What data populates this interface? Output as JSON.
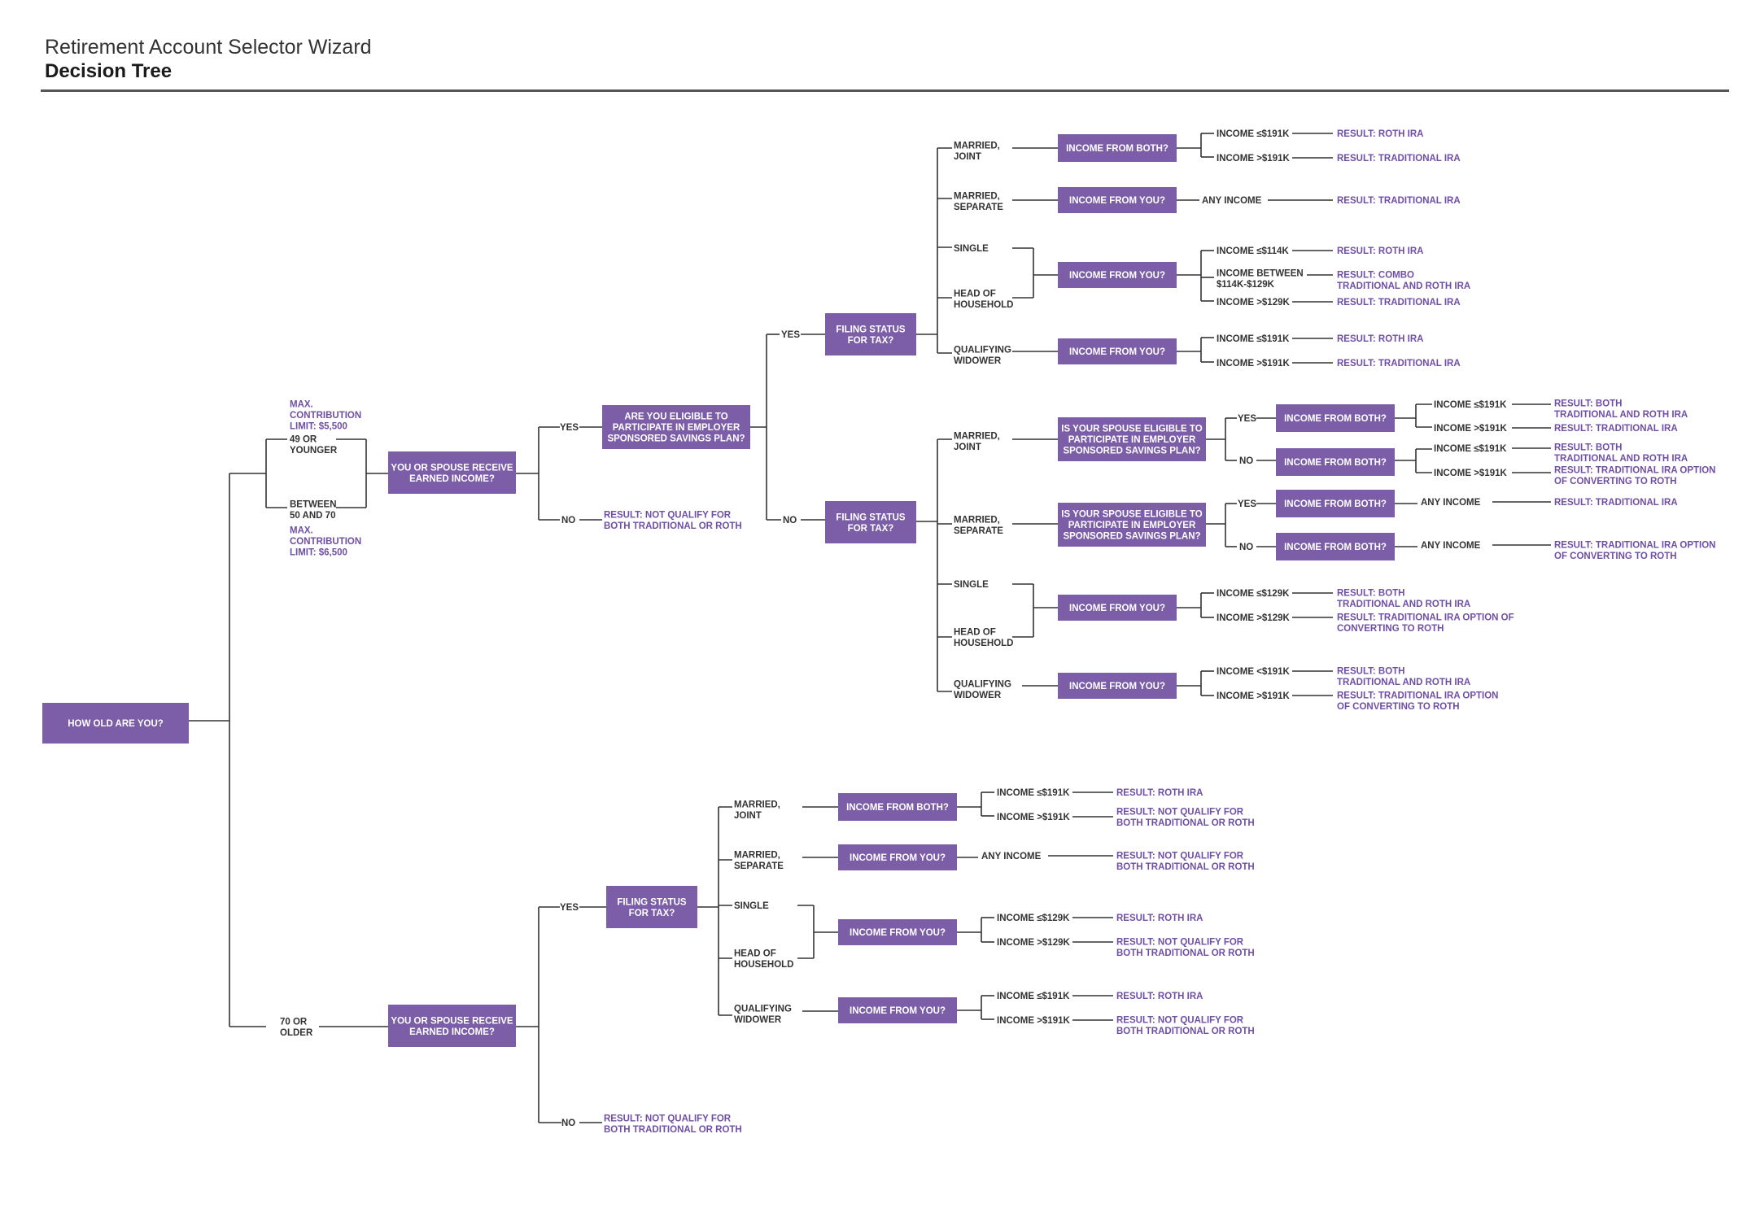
{
  "header": {
    "subtitle": "Retirement Account Selector Wizard",
    "title": "Decision Tree"
  },
  "colors": {
    "box": "#7b5ea7",
    "result": "#6f4fa6",
    "label": "#333333",
    "line": "#333333"
  },
  "nodes": {
    "root": "HOW OLD ARE YOU?",
    "age_under50": "49 OR\nYOUNGER",
    "age_50to70": "BETWEEN\n50 AND 70",
    "age_70plus": "70 OR\nOLDER",
    "max_limit_5500": "MAX.\nCONTRIBUTION\nLIMIT: $5,500",
    "max_limit_6500": "MAX.\nCONTRIBUTION\nLIMIT: $6,500",
    "earned_income": "YOU OR SPOUSE RECEIVE\nEARNED INCOME?",
    "earned_income_70": "YOU OR SPOUSE RECEIVE\nEARNED INCOME?",
    "eligible_plan": "ARE YOU ELIGIBLE TO\nPARTICIPATE IN EMPLOYER\nSPONSORED SAVINGS PLAN?",
    "filing_status": "FILING STATUS\nFOR TAX?",
    "spouse_eligible": "IS YOUR SPOUSE ELIGIBLE TO\nPARTICIPATE IN EMPLOYER\nSPONSORED SAVINGS PLAN?",
    "income_both": "INCOME FROM BOTH?",
    "income_you": "INCOME FROM YOU?",
    "yes": "YES",
    "no": "NO",
    "yes_tight": "YES",
    "married_joint": "MARRIED,\nJOINT",
    "married_separate": "MARRIED,\nSEPARATE",
    "single": "SINGLE",
    "head_household": "HEAD OF\nHOUSEHOLD",
    "qualifying_widower": "QUALIFYING\nWIDOWER",
    "any_income": "ANY INCOME",
    "inc_le_191": "INCOME ≤$191K",
    "inc_gt_191": "INCOME >$191K",
    "inc_lt_191": "INCOME <$191K",
    "inc_le_114": "INCOME ≤$114K",
    "inc_between_114_129": "INCOME BETWEEN\n$114K-$129K",
    "inc_gt_129": "INCOME >$129K",
    "inc_le_129": "INCOME ≤$129K",
    "r_roth": "RESULT: ROTH IRA",
    "r_trad": "RESULT: TRADITIONAL IRA",
    "r_combo": "RESULT: COMBO\nTRADITIONAL AND ROTH IRA",
    "r_both": "RESULT: BOTH\nTRADITIONAL AND ROTH IRA",
    "r_trad_option": "RESULT: TRADITIONAL IRA OPTION\nOF CONVERTING TO ROTH",
    "r_trad_option_alt": "RESULT: TRADITIONAL IRA OPTION OF\nCONVERTING TO ROTH",
    "r_notqual": "RESULT: NOT QUALIFY FOR\nBOTH TRADITIONAL OR ROTH"
  }
}
